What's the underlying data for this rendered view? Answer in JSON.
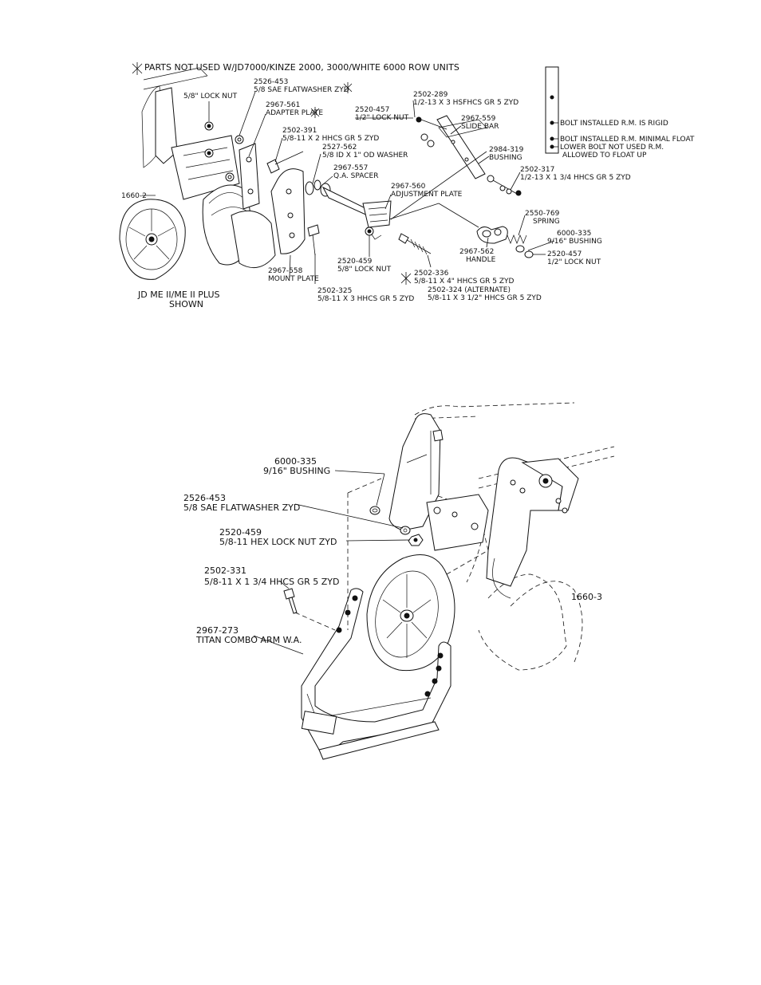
{
  "diagram1": {
    "header_note": "PARTS NOT USED  W/JD7000/KINZE 2000, 3000/WHITE 6000 ROW UNITS",
    "figure_id": "1660-2",
    "caption_line1": "JD ME II/ME II PLUS",
    "caption_line2": "SHOWN",
    "labels": [
      {
        "key": "l_5_8_lock_nut_top",
        "lines": [
          "5/8\" LOCK NUT"
        ]
      },
      {
        "key": "l_2526_453",
        "lines": [
          "2526-453",
          "5/8 SAE FLATWASHER ZYD"
        ]
      },
      {
        "key": "l_2967_561",
        "lines": [
          "2967-561",
          "ADAPTER PLATE"
        ]
      },
      {
        "key": "l_2502_391",
        "lines": [
          "2502-391",
          "5/8-11 X 2 HHCS GR 5 ZYD"
        ]
      },
      {
        "key": "l_2527_562",
        "lines": [
          "2527-562",
          "5/8 ID X 1\" OD WASHER"
        ]
      },
      {
        "key": "l_2967_557",
        "lines": [
          "2967-557",
          "Q.A. SPACER"
        ]
      },
      {
        "key": "l_2520_457_top",
        "lines": [
          "2520-457",
          "1/2\" LOCK NUT"
        ]
      },
      {
        "key": "l_2502_289",
        "lines": [
          "2502-289",
          "1/2-13 X 3 HSFHCS GR 5 ZYD"
        ]
      },
      {
        "key": "l_2967_559",
        "lines": [
          "2967-559",
          "SLIDE BAR"
        ]
      },
      {
        "key": "l_2984_319",
        "lines": [
          "2984-319",
          "BUSHING"
        ]
      },
      {
        "key": "l_2502_317",
        "lines": [
          "2502-317",
          "1/2-13 X 1 3/4 HHCS GR 5 ZYD"
        ]
      },
      {
        "key": "l_2967_560",
        "lines": [
          "2967-560",
          "ADJUSTMENT PLATE"
        ]
      },
      {
        "key": "l_2550_769",
        "lines": [
          "2550-769",
          "SPRING"
        ]
      },
      {
        "key": "l_6000_335",
        "lines": [
          "6000-335",
          "9/16\" BUSHING"
        ]
      },
      {
        "key": "l_2520_457_bot",
        "lines": [
          "2520-457",
          "1/2\" LOCK NUT"
        ]
      },
      {
        "key": "l_2967_562",
        "lines": [
          "2967-562",
          "HANDLE"
        ]
      },
      {
        "key": "l_2967_558",
        "lines": [
          "2967-558",
          "MOUNT PLATE"
        ]
      },
      {
        "key": "l_2520_459",
        "lines": [
          "2520-459",
          "5/8\" LOCK NUT"
        ]
      },
      {
        "key": "l_2502_325",
        "lines": [
          "2502-325",
          "5/8-11 X 3  HHCS GR 5 ZYD"
        ]
      },
      {
        "key": "l_2502_336",
        "lines": [
          "2502-336",
          "5/8-11 X 4\"  HHCS GR 5 ZYD"
        ]
      },
      {
        "key": "l_2502_324",
        "lines": [
          "2502-324 (ALTERNATE)",
          "5/8-11 X 3 1/2\"  HHCS GR 5 ZYD"
        ]
      }
    ],
    "side_notes": [
      "BOLT INSTALLED R.M. IS RIGID",
      "BOLT INSTALLED R.M. MINIMAL FLOAT",
      "LOWER BOLT NOT USED R.M.",
      "ALLOWED TO FLOAT UP"
    ]
  },
  "diagram2": {
    "figure_id": "1660-3",
    "labels": [
      {
        "key": "m_6000_335",
        "lines": [
          "6000-335",
          "9/16\" BUSHING"
        ]
      },
      {
        "key": "m_2526_453",
        "lines": [
          "2526-453",
          "5/8 SAE FLATWASHER ZYD"
        ]
      },
      {
        "key": "m_2520_459",
        "lines": [
          "2520-459",
          "5/8-11 HEX LOCK NUT ZYD"
        ]
      },
      {
        "key": "m_2502_331",
        "lines": [
          "2502-331",
          "5/8-11 X 1 3/4 HHCS GR 5 ZYD"
        ]
      },
      {
        "key": "m_2967_273",
        "lines": [
          "2967-273",
          "TITAN COMBO ARM W.A."
        ]
      }
    ]
  }
}
